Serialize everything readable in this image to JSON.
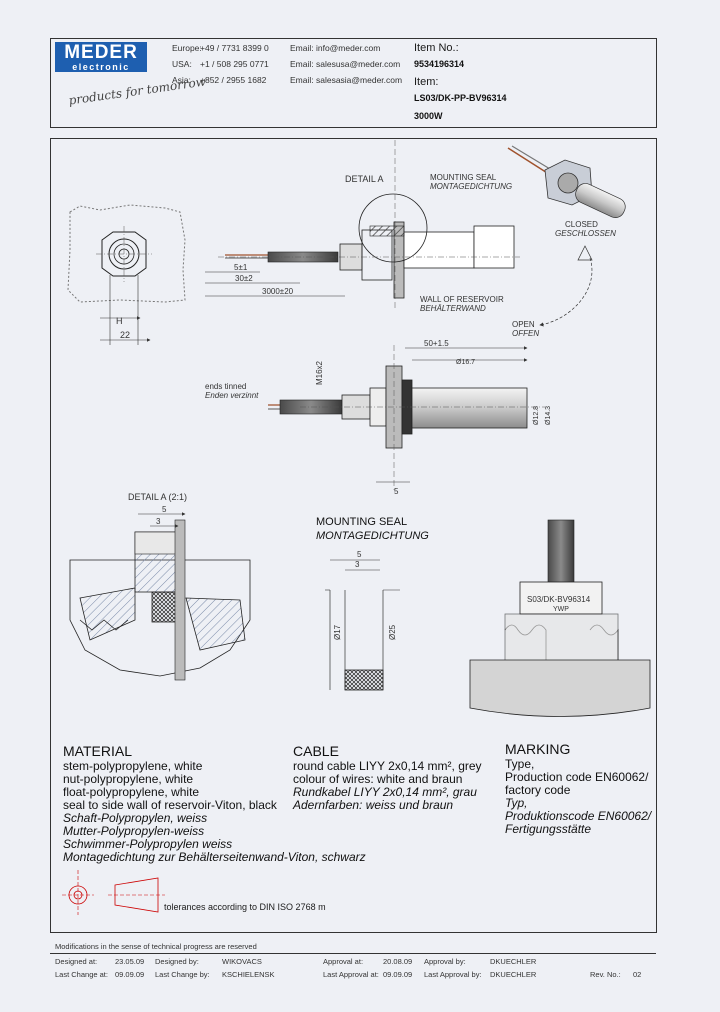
{
  "header": {
    "logo_line1": "MEDER",
    "logo_line2": "electronic",
    "slogan": "products for tomorrow",
    "contacts": [
      {
        "region": "Europe:",
        "phone": "+49 / 7731 8399 0",
        "email": "Email: info@meder.com"
      },
      {
        "region": "USA:",
        "phone": "+1 / 508 295 0771",
        "email": "Email: salesusa@meder.com"
      },
      {
        "region": "Asia:",
        "phone": "+852 / 2955 1682",
        "email": "Email: salesasia@meder.com"
      }
    ],
    "item_no_label": "Item No.:",
    "item_no": "9534196314",
    "item_label": "Item:",
    "item": "LS03/DK-PP-BV96314",
    "variant": "3000W"
  },
  "drawing": {
    "detail_a": "DETAIL A",
    "mounting_seal_label": "MOUNTING SEAL",
    "mounting_seal_label_de": "MONTAGEDICHTUNG",
    "wall_label": "WALL OF RESERVOIR",
    "wall_label_de": "BEHÄLTERWAND",
    "closed_label": "CLOSED",
    "closed_label_de": "GESCHLOSSEN",
    "open_label": "OPEN",
    "open_label_de": "OFFEN",
    "ends_tinned": "ends tinned",
    "ends_tinned_de": "Enden verzinnt",
    "dim_5": "5±1",
    "dim_30": "30±2",
    "dim_3000": "3000±20",
    "dim_50": "50+1.5",
    "dim_m16": "M16x2",
    "dim_22": "22",
    "dim_h": "H",
    "dim_wall": "5",
    "dim_d1": "Ø12.8",
    "dim_d2": "Ø14.3",
    "dim_d3": "Ø16.7",
    "detail_a_scale": "DETAIL A (2:1)",
    "seal_dim_5": "5",
    "seal_dim_3": "3",
    "seal_dim_d17": "Ø17",
    "seal_dim_d25": "Ø25",
    "detail_dim_5": "5",
    "detail_dim_3": "3",
    "part_marking": "S03/DK-BV96314",
    "part_marking_line2": "YWP"
  },
  "material": {
    "title": "MATERIAL",
    "lines": [
      "stem-polypropylene, white",
      "nut-polypropylene, white",
      "float-polypropylene, white",
      "seal to side wall of reservoir-Viton, black"
    ],
    "lines_de": [
      "Schaft-Polypropylen, weiss",
      "Mutter-Polypropylen-weiss",
      "Schwimmer-Polypropylen weiss",
      "Montagedichtung zur Behälterseitenwand-Viton, schwarz"
    ]
  },
  "cable": {
    "title": "CABLE",
    "lines": [
      "round cable LIYY 2x0,14 mm², grey",
      "colour of wires: white and braun"
    ],
    "lines_de": [
      "Rundkabel LIYY 2x0,14 mm², grau",
      "Adernfarben: weiss und braun"
    ]
  },
  "marking": {
    "title": "MARKING",
    "lines": [
      "Type,",
      "Production code EN60062/",
      "factory code"
    ],
    "lines_de": [
      "Typ,",
      "Produktionscode EN60062/",
      "Fertigungsstätte"
    ]
  },
  "tolerances": "tolerances according to DIN ISO 2768 m",
  "footer": {
    "note": "Modifications in the sense of technical progress are reserved",
    "designed_at_label": "Designed at:",
    "designed_at": "23.05.09",
    "designed_by_label": "Designed by:",
    "designed_by": "WIKOVACS",
    "approval_at_label": "Approval at:",
    "approval_at": "20.08.09",
    "approval_by_label": "Approval by:",
    "approval_by": "DKUECHLER",
    "last_change_label": "Last Change at:",
    "last_change": "09.09.09",
    "last_change_by_label": "Last Change by:",
    "last_change_by": "KSCHIELENSK",
    "last_approval_label": "Last Approval at:",
    "last_approval": "09.09.09",
    "last_approval_by_label": "Last Approval by:",
    "last_approval_by": "DKUECHLER",
    "rev_label": "Rev. No.:",
    "rev": "02"
  }
}
